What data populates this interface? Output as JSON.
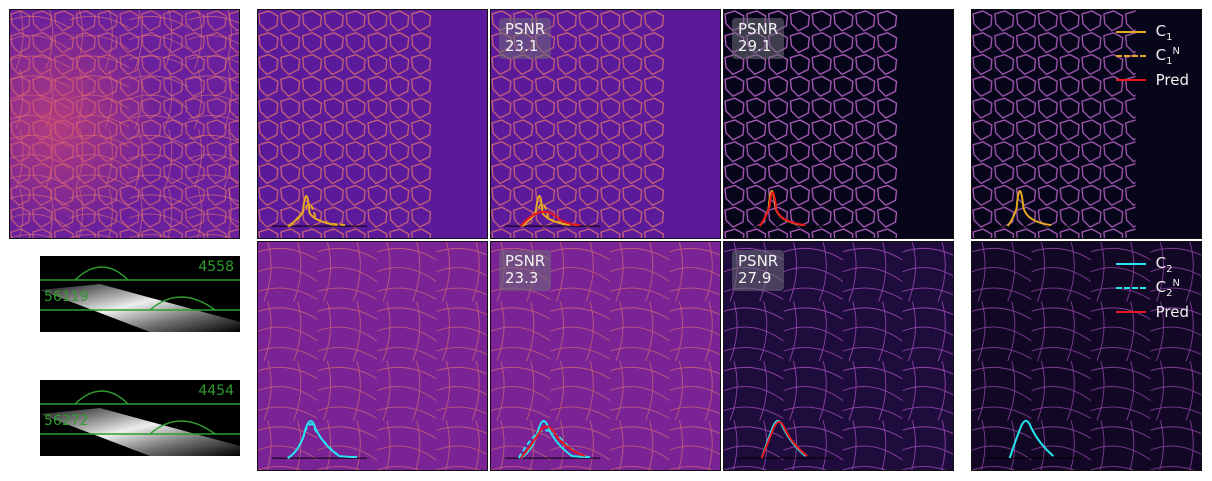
{
  "colors": {
    "low_purple": "#5b1a9a",
    "mid_magenta": "#b0288e",
    "high_orange": "#f08a4a",
    "c1_line": "#e5a823",
    "c2_line": "#27e5f0",
    "pred_line": "#e8161d",
    "hist_green": "#2f9e2f"
  },
  "rows": [
    {
      "psnr": [
        {
          "label": "PSNR",
          "value": "23.1"
        },
        {
          "label": "PSNR",
          "value": "29.1"
        }
      ],
      "legend": [
        {
          "name": "C",
          "sub": "1",
          "sup": "",
          "style": "solid",
          "color": "#e5a823"
        },
        {
          "name": "C",
          "sub": "1",
          "sup": "N",
          "style": "dashed",
          "color": "#e5a823"
        },
        {
          "name": "Pred",
          "sub": "",
          "sup": "",
          "style": "solid",
          "color": "#e8161d"
        }
      ]
    },
    {
      "psnr": [
        {
          "label": "PSNR",
          "value": "23.3"
        },
        {
          "label": "PSNR",
          "value": "27.9"
        }
      ],
      "legend": [
        {
          "name": "C",
          "sub": "2",
          "sup": "",
          "style": "solid",
          "color": "#27e5f0"
        },
        {
          "name": "C",
          "sub": "2",
          "sup": "N",
          "style": "dashed",
          "color": "#27e5f0"
        },
        {
          "name": "Pred",
          "sub": "",
          "sup": "",
          "style": "solid",
          "color": "#e8161d"
        }
      ]
    }
  ],
  "histograms": [
    {
      "top_right": "4558",
      "mid_left": "56119"
    },
    {
      "top_right": "4454",
      "mid_left": "56272"
    }
  ]
}
